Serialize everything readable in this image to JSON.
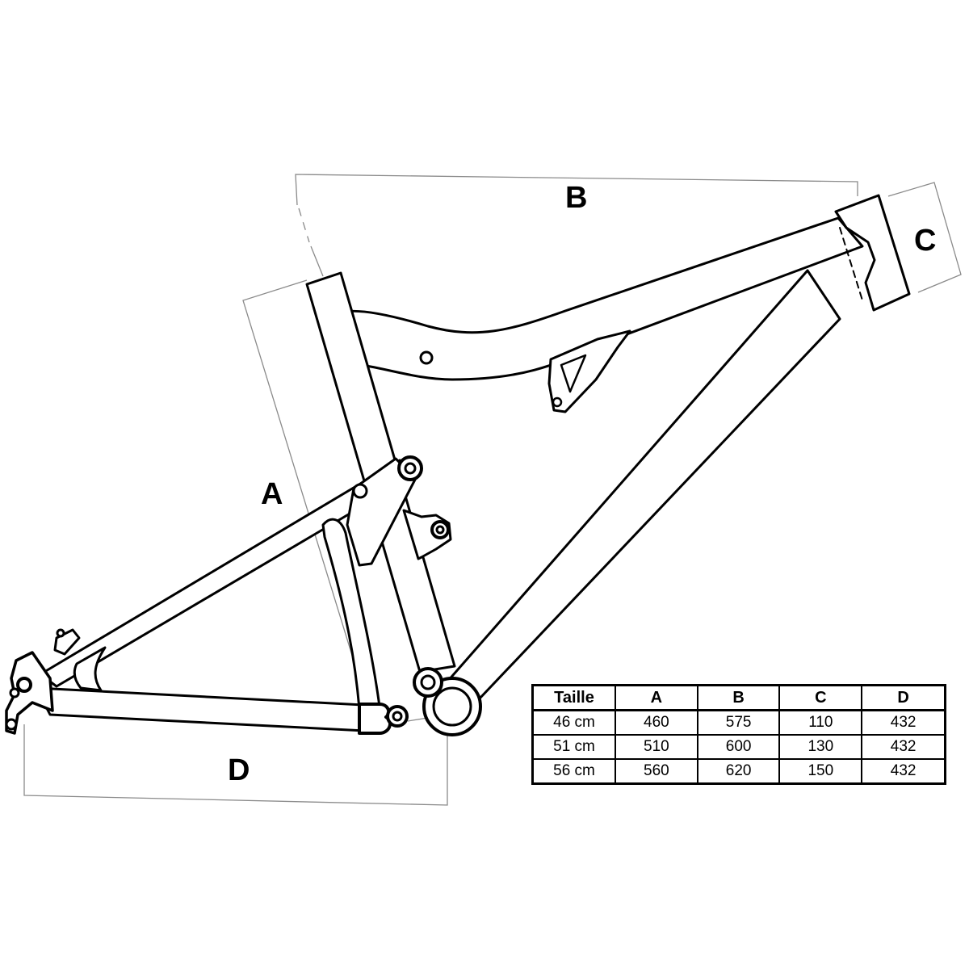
{
  "dimensions": {
    "a": "A",
    "b": "B",
    "c": "C",
    "d": "D"
  },
  "size_table": {
    "headers": [
      "Taille",
      "A",
      "B",
      "C",
      "D"
    ],
    "rows": [
      [
        "46 cm",
        "460",
        "575",
        "110",
        "432"
      ],
      [
        "51 cm",
        "510",
        "600",
        "130",
        "432"
      ],
      [
        "56 cm",
        "560",
        "620",
        "150",
        "432"
      ]
    ]
  },
  "colors": {
    "frame_stroke": "#000000",
    "dimension_line": "#8a8a8a",
    "background": "#ffffff"
  }
}
